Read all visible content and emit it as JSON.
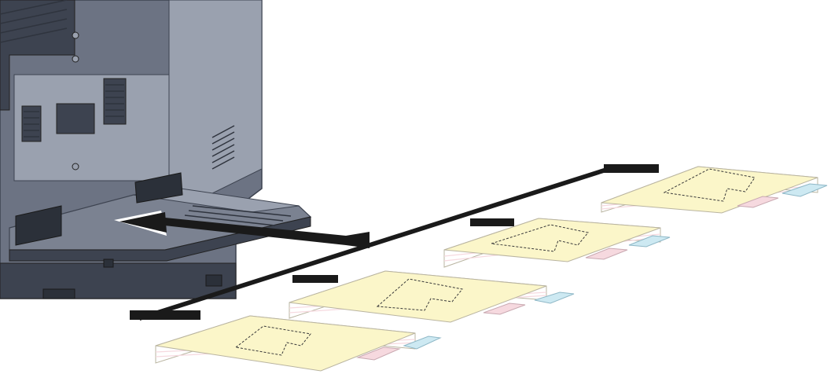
{
  "figure": {
    "kind": "printer-multipurpose-tray-loading-illustration",
    "subjects": [
      "printer-body",
      "multipurpose-tray",
      "loading-arrow",
      "tab-paper-stacks"
    ],
    "stack_count": 4,
    "colors": {
      "printer_body": "#6c7383",
      "printer_dark": "#3d4350",
      "printer_light": "#9aa1af",
      "tray": "#7b8291",
      "paper_top": "#fbf6c9",
      "paper_edge": "#ffffff",
      "paper_line": "#b9b4a0",
      "tab_pink": "#f6d9df",
      "tab_blue": "#cde9f2",
      "arrow": "#1a1a1a",
      "arrow_highlight": "#ffffff",
      "bracket": "#1a1a1a",
      "dashed_outline": "#3a3a3a"
    }
  }
}
